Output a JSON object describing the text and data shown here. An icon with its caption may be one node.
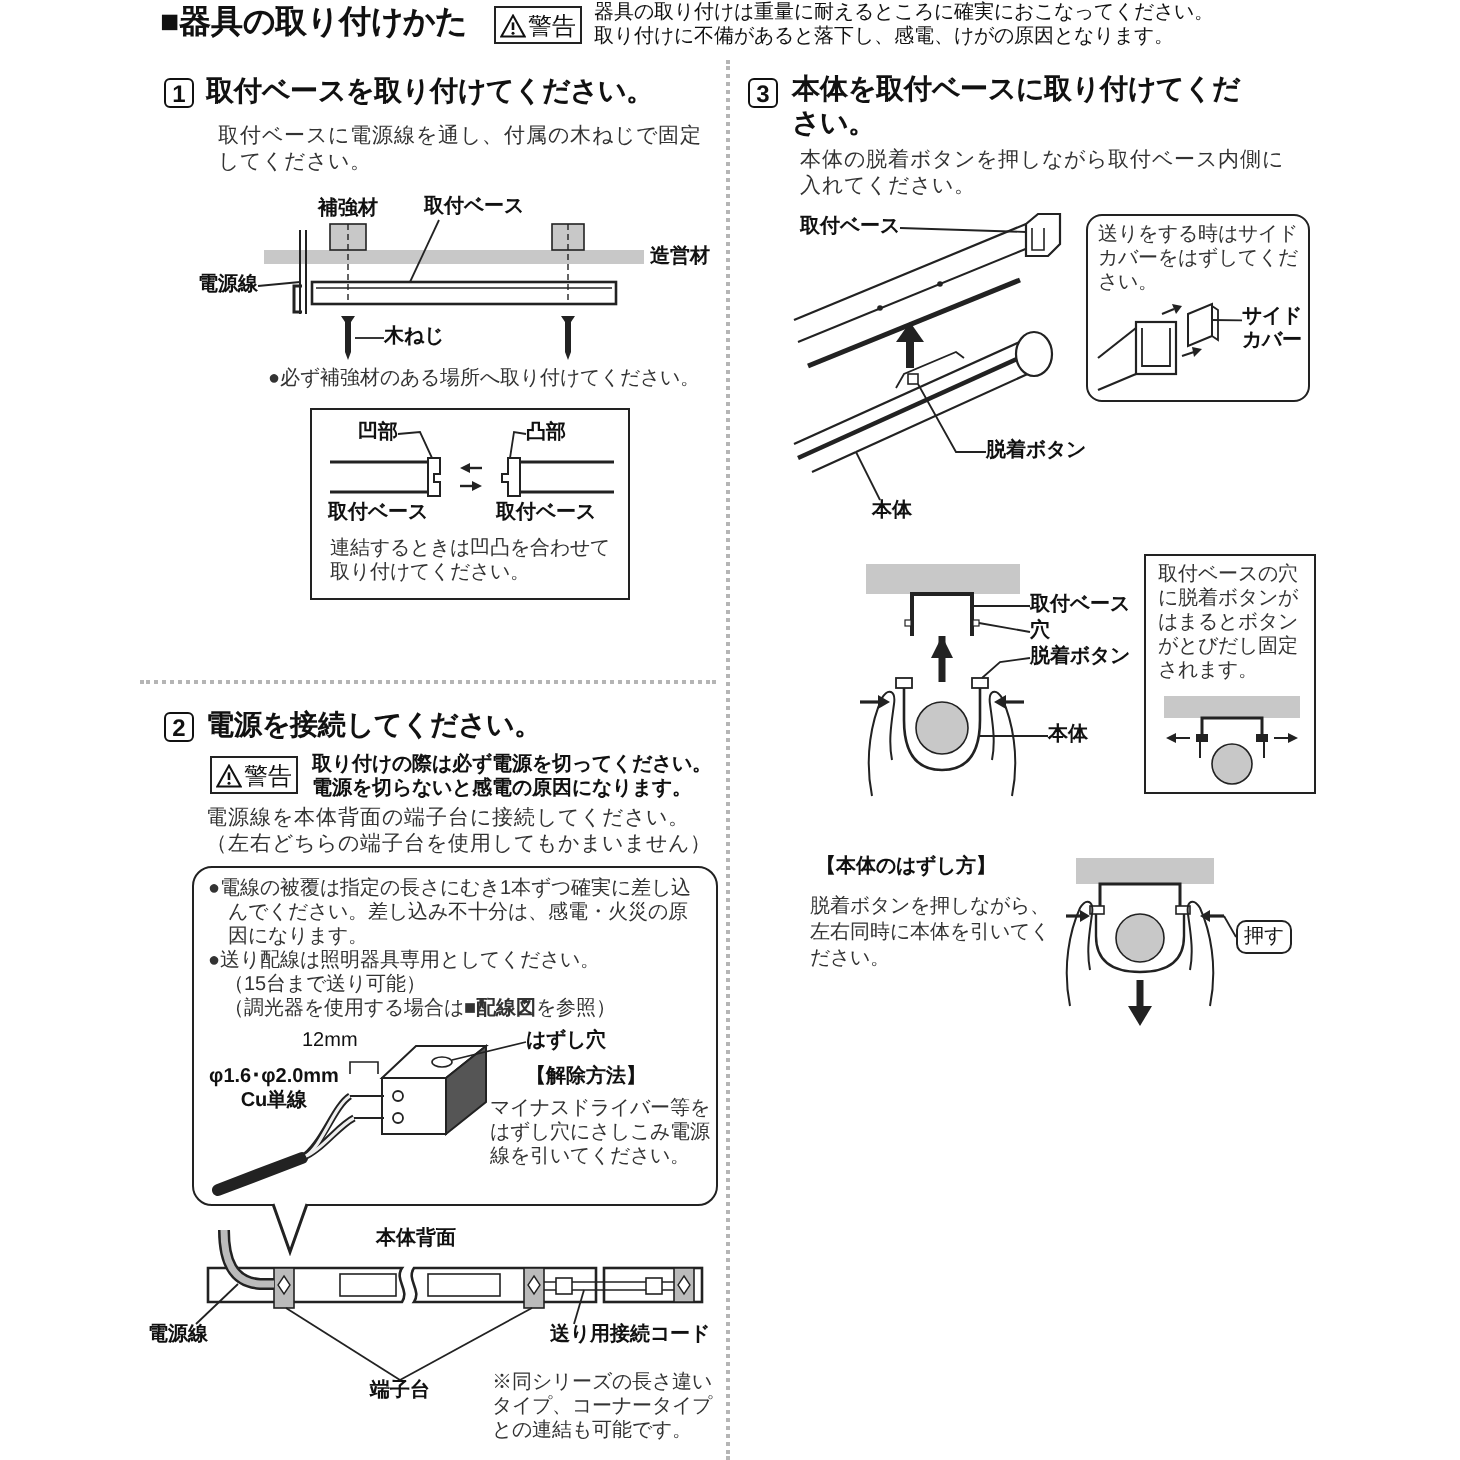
{
  "diagram": {
    "title": "■器具の取り付けかた",
    "nodes": [
      {
        "text": [
          "警告"
        ],
        "beside": [
          "器具の取り付けは重量に耐えるところに確実におこなってください。",
          "取り付けに不備があると落下し、感電、けがの原因となります。"
        ]
      },
      {
        "text": [
          "1"
        ],
        "beside": [
          "取付ベースを取り付けてください。"
        ]
      },
      {
        "text": [
          "取付ベース"
        ]
      },
      {
        "text": [
          "電源線"
        ]
      },
      {
        "text": [
          "木ねじ"
        ]
      },
      {
        "text": [
          "取付ベース",
          "取付ベース",
          "連結するときは凹凸を合わせて取り付けてください。"
        ]
      },
      {
        "text": [
          "凹部"
        ],
        "in": 5
      },
      {
        "text": [
          "凸部"
        ],
        "in": 5
      },
      {
        "text": [
          "2"
        ],
        "beside": [
          "電源を接続してください。"
        ]
      },
      {
        "text": [
          "警告"
        ],
        "beside": [
          "取り付けの際は必ず電源を切ってください。",
          "電源を切らないと感電の原因になります。"
        ]
      },
      {
        "text": [
          "●電線の被覆は指定の長さにむき1本ずつ確実に差し込んでください。差し込み不十分は、感電・火災の原因になります。",
          "●送り配線は照明器具専用としてください。",
          "（15台まで送り可能）",
          "（調光器を使用する場合は**■配線図**を参照）",
          "12mm",
          "φ1.6･φ2.0mm Cu単線",
          "【解除方法】",
          "マイナスドライバー等をはずし穴にさしこみ電源線を引いてください。"
        ]
      },
      {
        "text": [
          "はずし穴"
        ],
        "in": 10
      },
      {
        "text": [
          "電源線"
        ]
      },
      {
        "text": [
          "端子台"
        ]
      },
      {
        "text": [
          "送り用接続コード"
        ]
      },
      {
        "text": [
          "3"
        ],
        "beside": [
          "本体を取付ベースに取り付けてください。"
        ]
      },
      {
        "text": [
          "取付ベース"
        ]
      },
      {
        "text": [
          "脱着ボタン"
        ]
      },
      {
        "text": [
          "本体"
        ]
      },
      {
        "text": [
          "送りをする時はサイドカバーをはずしてください。"
        ]
      },
      {
        "text": [
          "サイドカバー"
        ],
        "in": 19
      },
      {
        "text": [
          "取付ベース"
        ]
      },
      {
        "text": [
          "穴"
        ]
      },
      {
        "text": [
          "脱着ボタン"
        ]
      },
      {
        "text": [
          "本体"
        ]
      },
      {
        "text": [
          "取付ベースの穴に脱着ボタンがはまるとボタンがとびだし固定されます。"
        ]
      },
      {
        "text": [
          "押す"
        ]
      },
      {
        "text": [],
        "shape": "bar"
      },
      {
        "text": [],
        "shape": "cable"
      },
      {
        "text": [],
        "shape": "screw"
      },
      {
        "text": [],
        "shape": "box",
        "in": 5
      },
      {
        "text": [],
        "shape": "box",
        "in": 5
      },
      {
        "text": [],
        "shape": "circle",
        "in": 10
      },
      {
        "text": [],
        "shape": "cable"
      },
      {
        "text": [],
        "shape": "box"
      },
      {
        "text": [],
        "shape": "box"
      },
      {
        "text": [],
        "shape": "cable"
      },
      {
        "text": [],
        "shape": "box"
      },
      {
        "text": [],
        "shape": "box"
      },
      {
        "text": [],
        "shape": "cylinder"
      },
      {
        "text": [],
        "shape": "box",
        "in": 19
      },
      {
        "text": [],
        "shape": "box"
      },
      {
        "text": [],
        "shape": "box"
      },
      {
        "text": [],
        "shape": "box"
      },
      {
        "text": [],
        "shape": "box"
      },
      {
        "text": [],
        "shape": "arrow"
      }
    ],
    "edges": [
      {
        "from": 2,
        "to": 27,
        "arrow": "none"
      },
      {
        "from": 3,
        "to": 28,
        "arrow": "none"
      },
      {
        "from": 4,
        "to": 29,
        "arrow": "none"
      },
      {
        "from": 6,
        "to": 30,
        "arrow": "none"
      },
      {
        "from": 7,
        "to": 31,
        "arrow": "none"
      },
      {
        "from": 11,
        "to": 32,
        "arrow": "none"
      },
      {
        "from": 12,
        "to": 33,
        "arrow": "none"
      },
      {
        "from": 13,
        "to": 34,
        "arrow": "none"
      },
      {
        "from": 13,
        "to": 35,
        "arrow": "none"
      },
      {
        "from": 14,
        "to": 36,
        "arrow": "none"
      },
      {
        "from": 16,
        "to": 37,
        "arrow": "none"
      },
      {
        "from": 17,
        "to": 38,
        "arrow": "none"
      },
      {
        "from": 18,
        "to": 39,
        "arrow": "none"
      },
      {
        "from": 20,
        "to": 40,
        "arrow": "none"
      },
      {
        "from": 21,
        "to": 41,
        "arrow": "none"
      },
      {
        "from": 22,
        "to": 42,
        "arrow": "none"
      },
      {
        "from": 23,
        "to": 43,
        "arrow": "none"
      },
      {
        "from": 24,
        "to": 44,
        "arrow": "none"
      },
      {
        "from": 26,
        "to": 45,
        "arrow": "none"
      },
      {
        "from": 44,
        "to": 41,
        "arrow": "to",
        "style": "thick"
      }
    ],
    "labels": [
      "取付ベースに電源線を通し、付属の木ねじで固定してください。",
      "補強材",
      "造営材",
      "●必ず補強材のある場所へ取り付けてください。",
      "電源線を本体背面の端子台に接続してください。",
      "（左右どちらの端子台を使用してもかまいません）",
      "本体背面",
      "※同シリーズの長さ違いタイプ、コーナータイプとの連結も可能です。",
      "本体の脱着ボタンを押しながら取付ベース内側に入れてください。",
      "【本体のはずし方】",
      "脱着ボタンを押しながら、左右同時に本体を引いてください。"
    ]
  }
}
